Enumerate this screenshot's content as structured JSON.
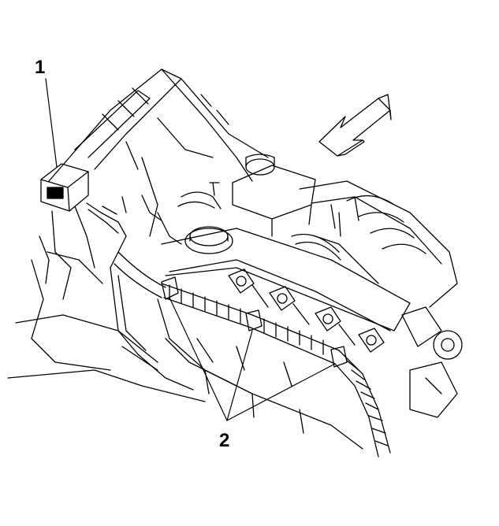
{
  "callouts": [
    {
      "id": "1",
      "text": "1"
    },
    {
      "id": "2",
      "text": "2"
    }
  ],
  "colors": {
    "line": "#000000",
    "background": "#ffffff"
  }
}
